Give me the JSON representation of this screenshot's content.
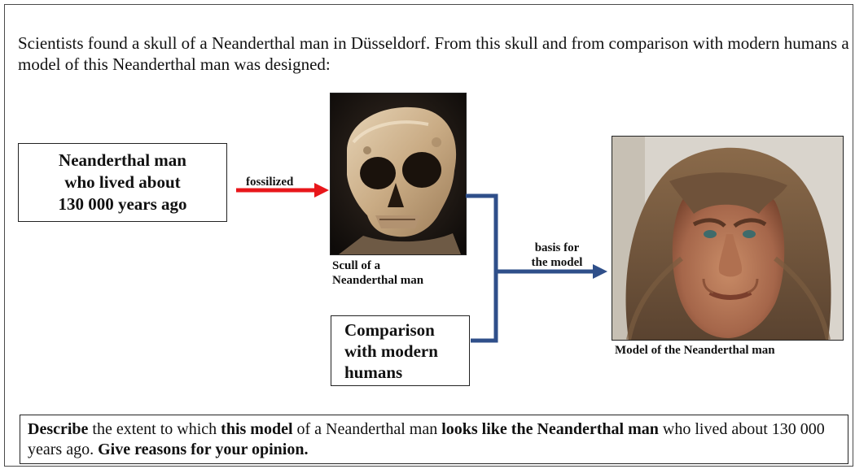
{
  "intro": {
    "text": "Scientists found a skull of a Neanderthal man in Düsseldorf. From this skull and from comparison with modern humans a model of this Neanderthal man was designed:"
  },
  "boxes": {
    "origin_lines": [
      "Neanderthal man",
      "who lived about",
      "130 000 years ago"
    ],
    "comparison_lines": [
      "Comparison",
      "with modern",
      "humans"
    ]
  },
  "labels": {
    "fossilized": "fossilized",
    "basis_lines": [
      "basis for",
      "the model"
    ],
    "skull_caption_lines": [
      "Scull of a",
      "Neanderthal man"
    ],
    "model_caption": "Model of the Neanderthal man"
  },
  "question": {
    "part1_bold": "Describe",
    "part2": " the extent to which ",
    "part3_bold": "this model",
    "part4": " of a Neanderthal man ",
    "part5_bold": "looks like the Neanderthal man",
    "part6": " who lived about 130 000 years ago. ",
    "part7_bold": "Give reasons for your opinion."
  },
  "colors": {
    "fossilized_arrow": "#e8161a",
    "connector": "#2f4f8a"
  }
}
